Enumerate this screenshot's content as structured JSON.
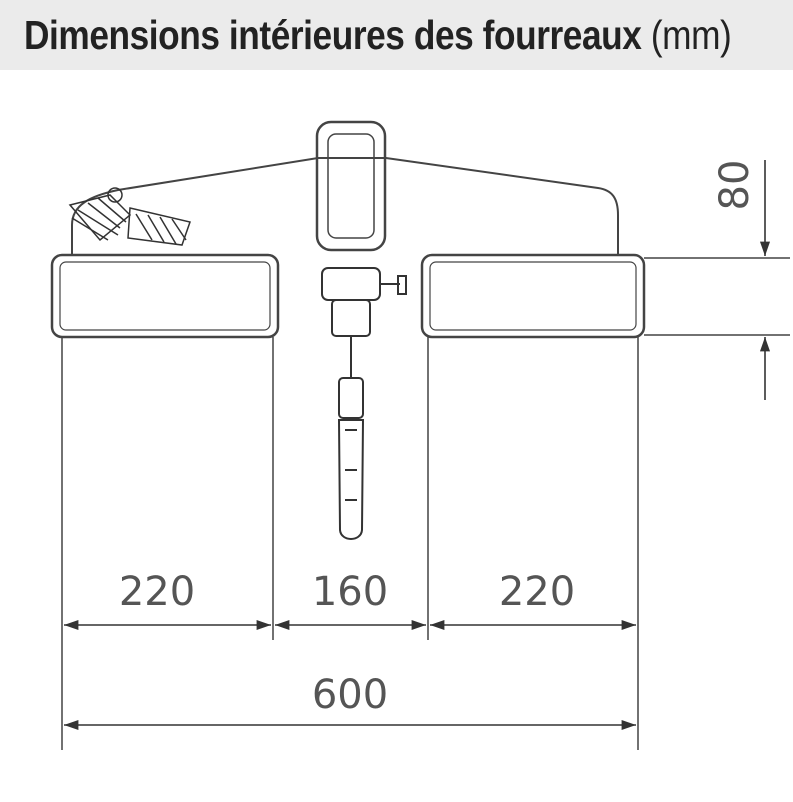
{
  "header": {
    "title": "Dimensions intérieures des fourreaux",
    "unit": "(mm)"
  },
  "dimensions": {
    "left_width": "220",
    "center_width": "160",
    "right_width": "220",
    "total_width": "600",
    "height": "80"
  },
  "colors": {
    "header_background": "#ebebeb",
    "line": "#444444",
    "text": "#555555"
  }
}
